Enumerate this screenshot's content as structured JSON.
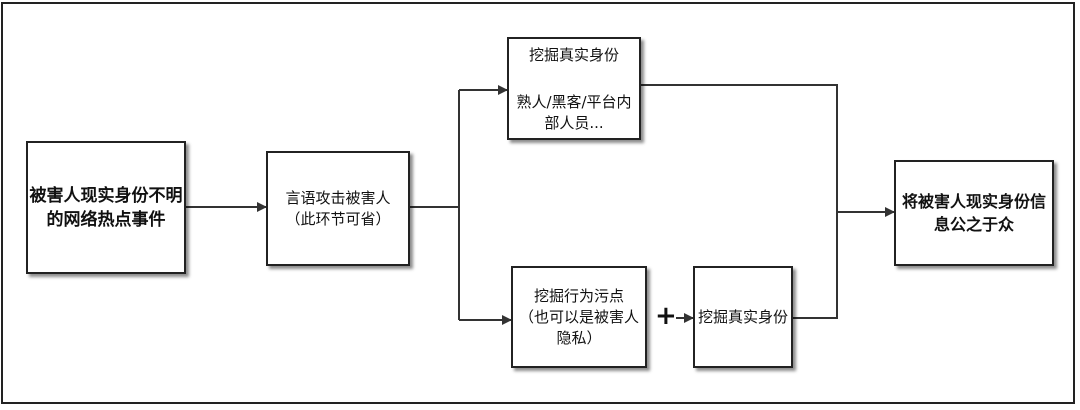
{
  "nodes": {
    "start": {
      "lines": [
        "被害人现实身份不明",
        "的网络热点事件"
      ]
    },
    "attack": {
      "lines": [
        "言语攻击被害人",
        "（此环节可省）"
      ]
    },
    "dig_identity_top": {
      "title": "挖掘真实身份",
      "lines": [
        "熟人/黑客/平台内",
        "部人员..."
      ]
    },
    "dig_behavior": {
      "lines": [
        "挖掘行为污点",
        "（也可以是被害人",
        "隐私）"
      ]
    },
    "dig_identity_bottom": {
      "lines": [
        "挖掘真实身份"
      ]
    },
    "publish": {
      "lines": [
        "将被害人现实身份信",
        "息公之于众"
      ]
    }
  },
  "connectors": {
    "plus_symbol": "+"
  }
}
